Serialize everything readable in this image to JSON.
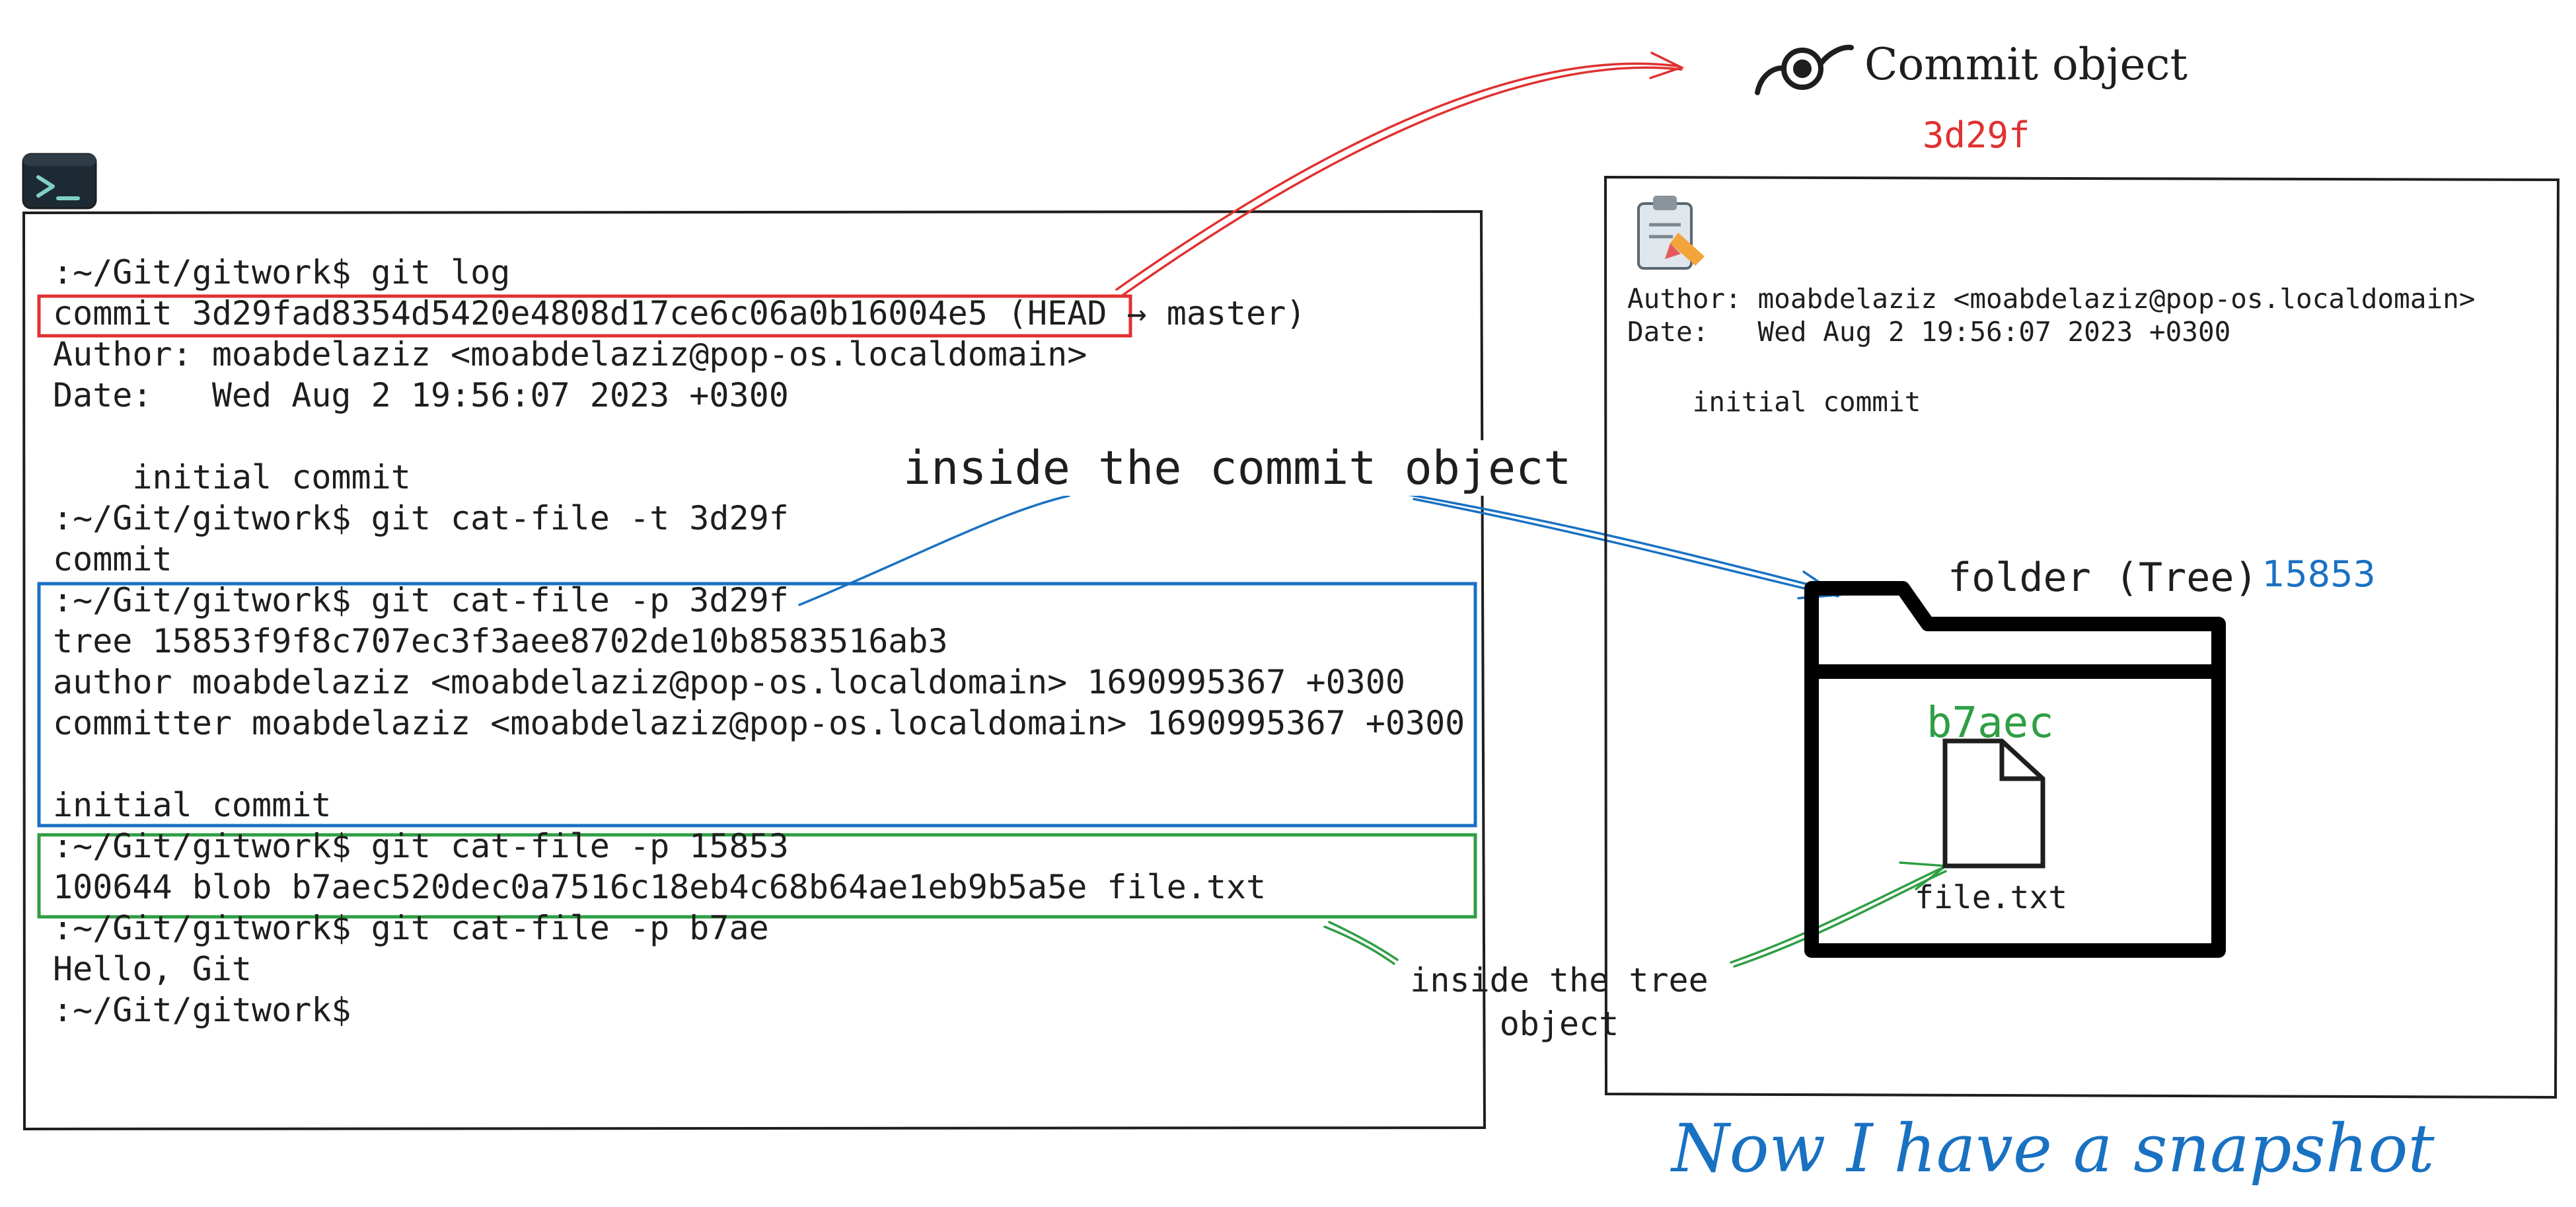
{
  "terminal": {
    "icon": "terminal-icon",
    "lines": [
      ":~/Git/gitwork$ git log",
      "commit 3d29fad8354d5420e4808d17ce6c06a0b16004e5 (HEAD → master)",
      "Author: moabdelaziz <moabdelaziz@pop-os.localdomain>",
      "Date:   Wed Aug 2 19:56:07 2023 +0300",
      "",
      "    initial commit",
      ":~/Git/gitwork$ git cat-file -t 3d29f",
      "commit",
      ":~/Git/gitwork$ git cat-file -p 3d29f",
      "tree 15853f9f8c707ec3f3aee8702de10b8583516ab3",
      "author moabdelaziz <moabdelaziz@pop-os.localdomain> 1690995367 +0300",
      "committer moabdelaziz <moabdelaziz@pop-os.localdomain> 1690995367 +0300",
      "",
      "initial commit",
      ":~/Git/gitwork$ git cat-file -p 15853",
      "100644 blob b7aec520dec0a7516c18eb4c68b64ae1eb9b5a5e file.txt",
      ":~/Git/gitwork$ git cat-file -p b7ae",
      "Hello, Git",
      ":~/Git/gitwork$"
    ]
  },
  "labels": {
    "inside_commit": "inside the commit object",
    "inside_tree_1": "inside the tree",
    "inside_tree_2": "object",
    "commit_object": "Commit object",
    "commit_hash": "3d29f",
    "folder_label": "folder (Tree)",
    "tree_hash": "15853",
    "blob_hash": "b7aec",
    "file_name": "file.txt",
    "snapshot": "Now I have a snapshot"
  },
  "commit_card": {
    "icon": "clipboard-icon",
    "author_line": "Author: moabdelaziz <moabdelaziz@pop-os.localdomain>",
    "date_line": "Date:   Wed Aug 2 19:56:07 2023 +0300",
    "message": "    initial commit"
  },
  "colors": {
    "red": "#e03131",
    "blue": "#1971c2",
    "green": "#2f9e44",
    "ink": "#1e1e1e"
  }
}
